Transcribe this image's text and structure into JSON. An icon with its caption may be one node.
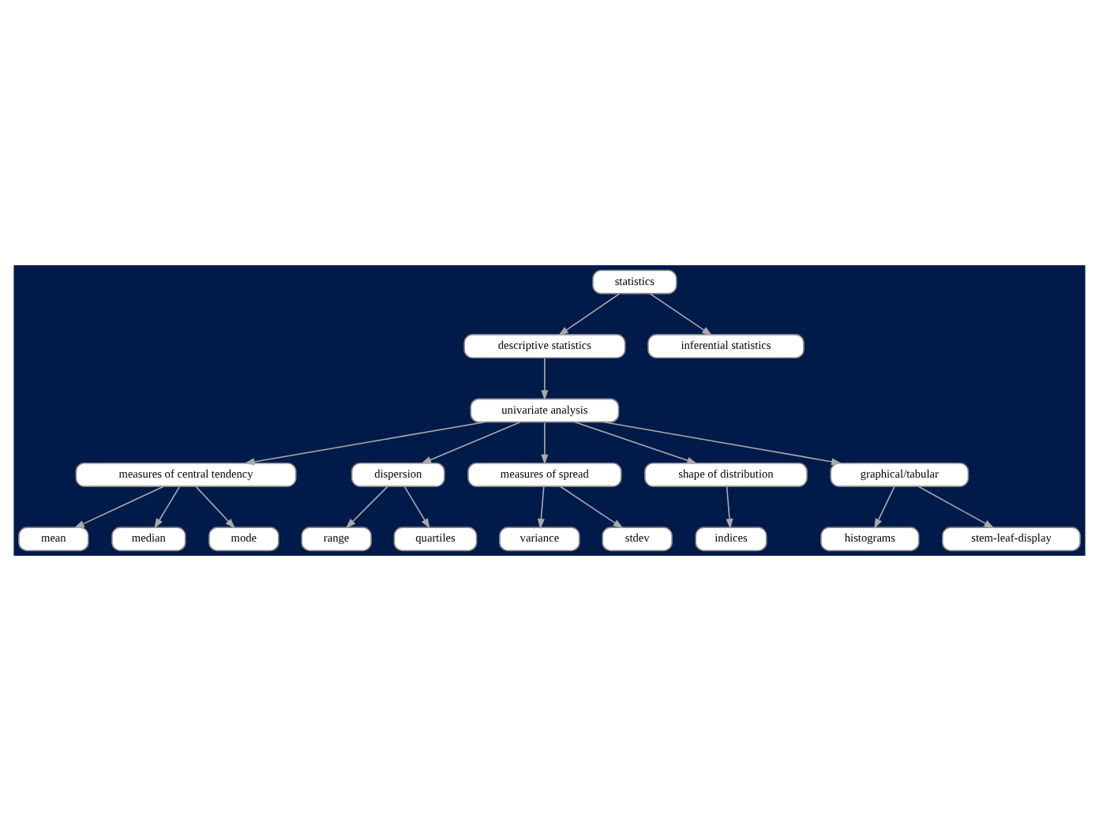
{
  "diagram": {
    "nodes": [
      {
        "text": [
          "statistics"
        ]
      },
      {
        "text": [
          "descriptive statistics"
        ]
      },
      {
        "text": [
          "inferential statistics"
        ]
      },
      {
        "text": [
          "univariate analysis"
        ]
      },
      {
        "text": [
          "measures of central tendency"
        ]
      },
      {
        "text": [
          "dispersion"
        ]
      },
      {
        "text": [
          "measures of spread"
        ]
      },
      {
        "text": [
          "shape of distribution"
        ]
      },
      {
        "text": [
          "graphical/tabular"
        ]
      },
      {
        "text": [
          "mean"
        ]
      },
      {
        "text": [
          "median"
        ]
      },
      {
        "text": [
          "mode"
        ]
      },
      {
        "text": [
          "range"
        ]
      },
      {
        "text": [
          "quartiles"
        ]
      },
      {
        "text": [
          "variance"
        ]
      },
      {
        "text": [
          "stdev"
        ]
      },
      {
        "text": [
          "indices"
        ]
      },
      {
        "text": [
          "histograms"
        ]
      },
      {
        "text": [
          "stem-leaf-display"
        ]
      }
    ],
    "edges": [
      {
        "from": 0,
        "to": 1,
        "arrow": "to"
      },
      {
        "from": 0,
        "to": 2,
        "arrow": "to"
      },
      {
        "from": 1,
        "to": 3,
        "arrow": "to"
      },
      {
        "from": 3,
        "to": 4,
        "arrow": "to"
      },
      {
        "from": 3,
        "to": 5,
        "arrow": "to"
      },
      {
        "from": 3,
        "to": 6,
        "arrow": "to"
      },
      {
        "from": 3,
        "to": 7,
        "arrow": "to"
      },
      {
        "from": 3,
        "to": 8,
        "arrow": "to"
      },
      {
        "from": 4,
        "to": 9,
        "arrow": "to"
      },
      {
        "from": 4,
        "to": 10,
        "arrow": "to"
      },
      {
        "from": 4,
        "to": 11,
        "arrow": "to"
      },
      {
        "from": 5,
        "to": 12,
        "arrow": "to"
      },
      {
        "from": 5,
        "to": 13,
        "arrow": "to"
      },
      {
        "from": 6,
        "to": 14,
        "arrow": "to"
      },
      {
        "from": 6,
        "to": 15,
        "arrow": "to"
      },
      {
        "from": 7,
        "to": 16,
        "arrow": "to"
      },
      {
        "from": 8,
        "to": 17,
        "arrow": "to"
      },
      {
        "from": 8,
        "to": 18,
        "arrow": "to"
      }
    ]
  }
}
